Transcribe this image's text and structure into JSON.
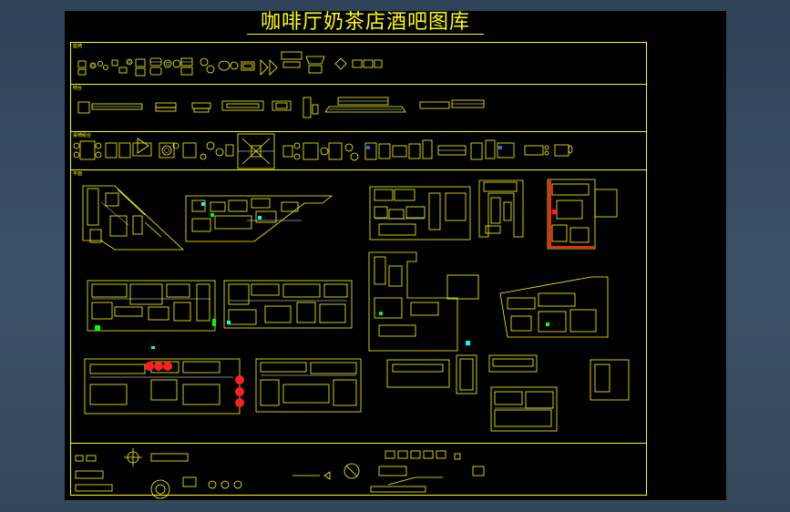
{
  "window": {
    "background": "#34485c"
  },
  "drawing": {
    "title": "咖啡厅奶茶店酒吧图库",
    "colors": {
      "canvas": "#000000",
      "primary_line": "#ffff00",
      "secondary_line": "#ffffff",
      "accent_red": "#ff2020",
      "accent_cyan": "#00ffff",
      "accent_green": "#00ff00",
      "accent_blue": "#3060ff"
    },
    "sections": [
      {
        "id": "chairs",
        "label": "座椅"
      },
      {
        "id": "bar-counters",
        "label": "吧台"
      },
      {
        "id": "table-sets",
        "label": "桌椅组合"
      },
      {
        "id": "floor-plans",
        "label": "平面"
      },
      {
        "id": "symbols",
        "label": ""
      }
    ]
  }
}
